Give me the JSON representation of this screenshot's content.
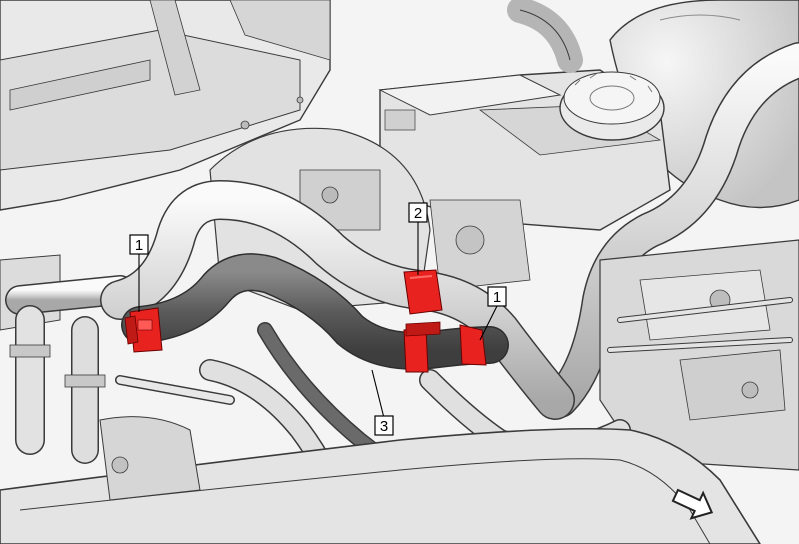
{
  "callouts": [
    {
      "id": "callout-1-left",
      "label": "1"
    },
    {
      "id": "callout-2",
      "label": "2"
    },
    {
      "id": "callout-1-right",
      "label": "1"
    },
    {
      "id": "callout-3",
      "label": "3"
    }
  ],
  "colors": {
    "clamp_red": "#e8231f",
    "metal_light": "#e6e6e6",
    "metal_mid": "#cfcfcf",
    "metal_dark": "#a6a6a6",
    "hose_dark": "#5b5b5b",
    "outline": "#3a3a3a",
    "background": "#ffffff"
  },
  "icons": {
    "direction_arrow": "forward-arrow-icon"
  }
}
